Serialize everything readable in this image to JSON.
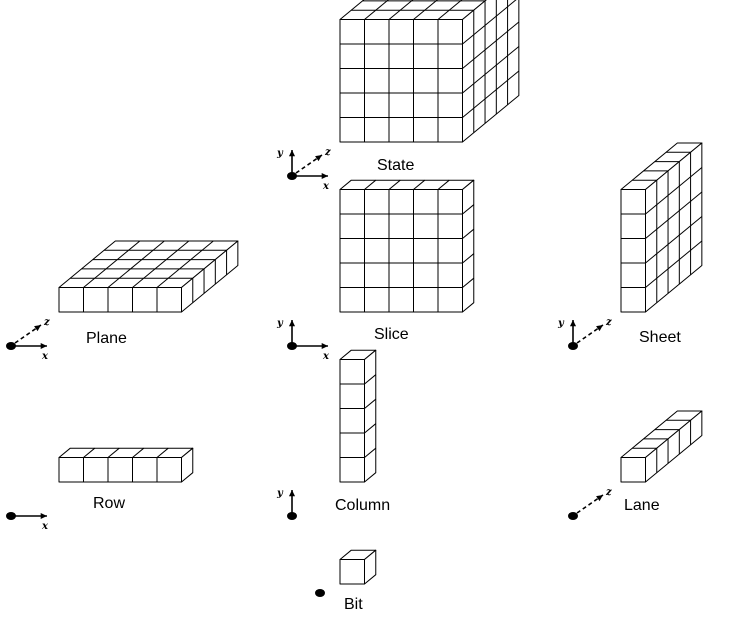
{
  "pieces": [
    {
      "id": "state",
      "label": "State",
      "dims": [
        5,
        5,
        5
      ],
      "axes": [
        "y",
        "z",
        "x"
      ]
    },
    {
      "id": "plane",
      "label": "Plane",
      "dims": [
        5,
        1,
        5
      ],
      "axes": [
        "z",
        "x"
      ]
    },
    {
      "id": "slice",
      "label": "Slice",
      "dims": [
        5,
        5,
        1
      ],
      "axes": [
        "y",
        "x"
      ]
    },
    {
      "id": "sheet",
      "label": "Sheet",
      "dims": [
        1,
        5,
        5
      ],
      "axes": [
        "y",
        "z"
      ]
    },
    {
      "id": "row",
      "label": "Row",
      "dims": [
        5,
        1,
        1
      ],
      "axes": [
        "x"
      ]
    },
    {
      "id": "column",
      "label": "Column",
      "dims": [
        1,
        5,
        1
      ],
      "axes": [
        "y"
      ]
    },
    {
      "id": "lane",
      "label": "Lane",
      "dims": [
        1,
        1,
        5
      ],
      "axes": [
        "z"
      ]
    },
    {
      "id": "bit",
      "label": "Bit",
      "dims": [
        1,
        1,
        1
      ],
      "axes": []
    }
  ]
}
